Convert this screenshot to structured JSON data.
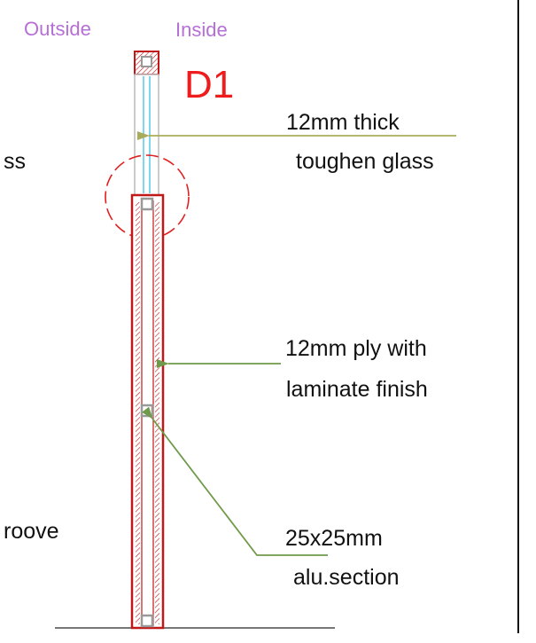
{
  "labels": {
    "outside": "Outside",
    "inside": "Inside",
    "detail_tag": "D1",
    "glass_line1": "12mm thick",
    "glass_line2": "toughen glass",
    "glass_left_partial": "ss",
    "ply_line1": "12mm ply with",
    "ply_line2": "laminate finish",
    "groove_left_partial": "roove",
    "alu_line1": "25x25mm",
    "alu_line2": "alu.section"
  },
  "colors": {
    "side_label": "#b56fd6",
    "detail_tag": "#ee1c1c",
    "frame_red": "#c01818",
    "glass_blue": "#7fd6f0",
    "leader_olive": "#a9ad5a",
    "leader_green": "#6f9a4a",
    "grey": "#888888",
    "text": "#111111"
  }
}
